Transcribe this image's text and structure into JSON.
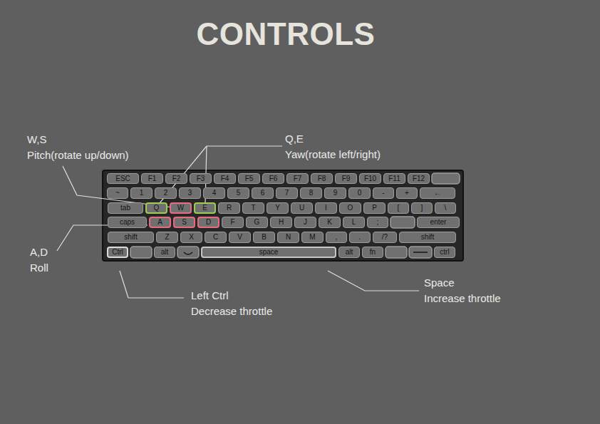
{
  "diagram": {
    "title": "CONTROLS",
    "nodes": [
      {
        "text": [
          "ESC"
        ]
      },
      {
        "text": [
          "F1"
        ]
      },
      {
        "text": [
          "F2"
        ]
      },
      {
        "text": [
          "F3"
        ]
      },
      {
        "text": [
          "F4"
        ]
      },
      {
        "text": [
          "F5"
        ]
      },
      {
        "text": [
          "F6"
        ]
      },
      {
        "text": [
          "F7"
        ]
      },
      {
        "text": [
          "F8"
        ]
      },
      {
        "text": [
          "F9"
        ]
      },
      {
        "text": [
          "F10"
        ]
      },
      {
        "text": [
          "F11"
        ]
      },
      {
        "text": [
          "F12"
        ]
      },
      {
        "text": [
          "~"
        ]
      },
      {
        "text": [
          "1"
        ]
      },
      {
        "text": [
          "2"
        ]
      },
      {
        "text": [
          "3"
        ]
      },
      {
        "text": [
          "4"
        ]
      },
      {
        "text": [
          "5"
        ]
      },
      {
        "text": [
          "6"
        ]
      },
      {
        "text": [
          "7"
        ]
      },
      {
        "text": [
          "8"
        ]
      },
      {
        "text": [
          "9"
        ]
      },
      {
        "text": [
          "0"
        ]
      },
      {
        "text": [
          "-"
        ]
      },
      {
        "text": [
          "+"
        ]
      },
      {
        "text": [
          "←"
        ]
      },
      {
        "text": [
          "tab"
        ]
      },
      {
        "text": [
          "Q"
        ]
      },
      {
        "text": [
          "W"
        ]
      },
      {
        "text": [
          "E"
        ]
      },
      {
        "text": [
          "R"
        ]
      },
      {
        "text": [
          "T"
        ]
      },
      {
        "text": [
          "Y"
        ]
      },
      {
        "text": [
          "U"
        ]
      },
      {
        "text": [
          "I"
        ]
      },
      {
        "text": [
          "O"
        ]
      },
      {
        "text": [
          "P"
        ]
      },
      {
        "text": [
          "["
        ]
      },
      {
        "text": [
          "]"
        ]
      },
      {
        "text": [
          "\\"
        ]
      },
      {
        "text": [
          "caps"
        ]
      },
      {
        "text": [
          "A"
        ]
      },
      {
        "text": [
          "S"
        ]
      },
      {
        "text": [
          "D"
        ]
      },
      {
        "text": [
          "F"
        ]
      },
      {
        "text": [
          "G"
        ]
      },
      {
        "text": [
          "H"
        ]
      },
      {
        "text": [
          "J"
        ]
      },
      {
        "text": [
          "K"
        ]
      },
      {
        "text": [
          "L"
        ]
      },
      {
        "text": [
          ";"
        ]
      },
      {
        "text": [
          "enter"
        ]
      },
      {
        "text": [
          "shift"
        ]
      },
      {
        "text": [
          "Z"
        ]
      },
      {
        "text": [
          "X"
        ]
      },
      {
        "text": [
          "C"
        ]
      },
      {
        "text": [
          "V"
        ]
      },
      {
        "text": [
          "B"
        ]
      },
      {
        "text": [
          "N"
        ]
      },
      {
        "text": [
          "M"
        ]
      },
      {
        "text": [
          ","
        ]
      },
      {
        "text": [
          "."
        ]
      },
      {
        "text": [
          "/?"
        ]
      },
      {
        "text": [
          "shift"
        ]
      },
      {
        "text": [
          "Ctrl"
        ]
      },
      {
        "text": [
          "alt"
        ]
      },
      {
        "text": [
          "space"
        ]
      },
      {
        "text": [
          "alt"
        ]
      },
      {
        "text": [
          "fn"
        ]
      },
      {
        "text": [
          "ctrl"
        ]
      }
    ],
    "labels": [
      "W,S",
      "Pitch(rotate up/down)",
      "Q,E",
      "Yaw(rotate left/right)",
      "A,D",
      "Roll",
      "Left Ctrl",
      "Decrease throttle",
      "Space",
      "Increase throttle"
    ]
  }
}
